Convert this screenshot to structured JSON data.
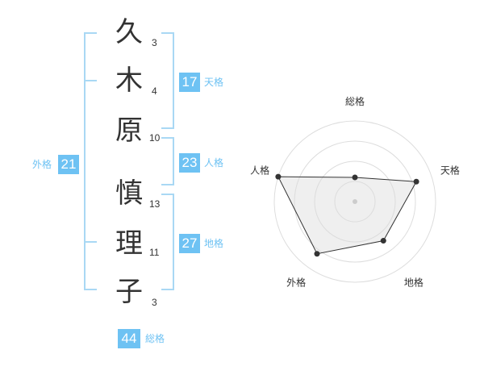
{
  "name": {
    "chars": [
      {
        "char": "久",
        "strokes": "3"
      },
      {
        "char": "木",
        "strokes": "4"
      },
      {
        "char": "原",
        "strokes": "10"
      },
      {
        "char": "慎",
        "strokes": "13"
      },
      {
        "char": "理",
        "strokes": "11"
      },
      {
        "char": "子",
        "strokes": "3"
      }
    ]
  },
  "grids": {
    "tenkaku": {
      "value": "17",
      "label": "天格"
    },
    "jinkaku": {
      "value": "23",
      "label": "人格"
    },
    "chikaku": {
      "value": "27",
      "label": "地格"
    },
    "gaikaku": {
      "value": "21",
      "label": "外格"
    },
    "soukaku": {
      "value": "44",
      "label": "総格"
    }
  },
  "colors": {
    "accent": "#6ec2f3",
    "bracket": "#a9d8f4"
  },
  "chart_data": {
    "type": "radar",
    "axes": [
      "総格",
      "天格",
      "地格",
      "外格",
      "人格"
    ],
    "values": [
      0.3,
      0.8,
      0.6,
      0.8,
      1.0
    ],
    "max": 1.0,
    "rings": 4,
    "grid": true
  }
}
